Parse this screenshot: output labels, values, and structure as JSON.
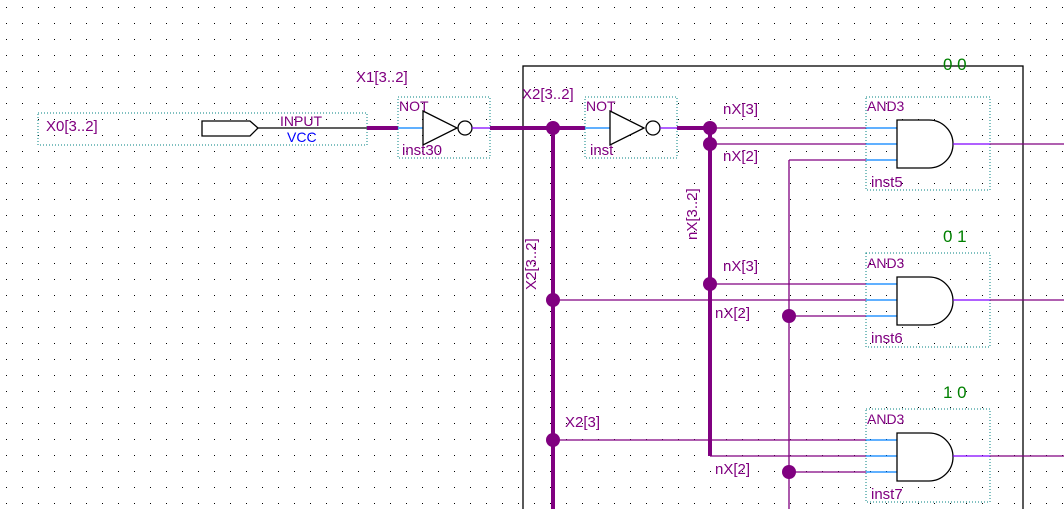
{
  "input_pin": {
    "name": "X0[3..2]",
    "type": "INPUT",
    "default": "VCC"
  },
  "nets": {
    "x1": "X1[3..2]",
    "x2": "X2[3..2]",
    "x2_vertical": "X2[3..2]",
    "nx_vertical": "nX[3..2]",
    "x2_3": "X2[3]",
    "nx3_a": "nX[3]",
    "nx2_a": "nX[2]",
    "nx3_b": "nX[3]",
    "nx2_b": "nX[2]",
    "nx2_c": "nX[2]"
  },
  "not_gates": [
    {
      "type": "NOT",
      "inst": "inst30"
    },
    {
      "type": "NOT",
      "inst": "inst"
    }
  ],
  "and_gates": [
    {
      "type": "AND3",
      "inst": "inst5",
      "code": "0 0"
    },
    {
      "type": "AND3",
      "inst": "inst6",
      "code": "0 1"
    },
    {
      "type": "AND3",
      "inst": "inst7",
      "code": "1 0"
    }
  ],
  "colors": {
    "wire": "#800080",
    "code_label": "#008000",
    "input_stub": "#0080ff",
    "output_stub": "#8000ff"
  }
}
